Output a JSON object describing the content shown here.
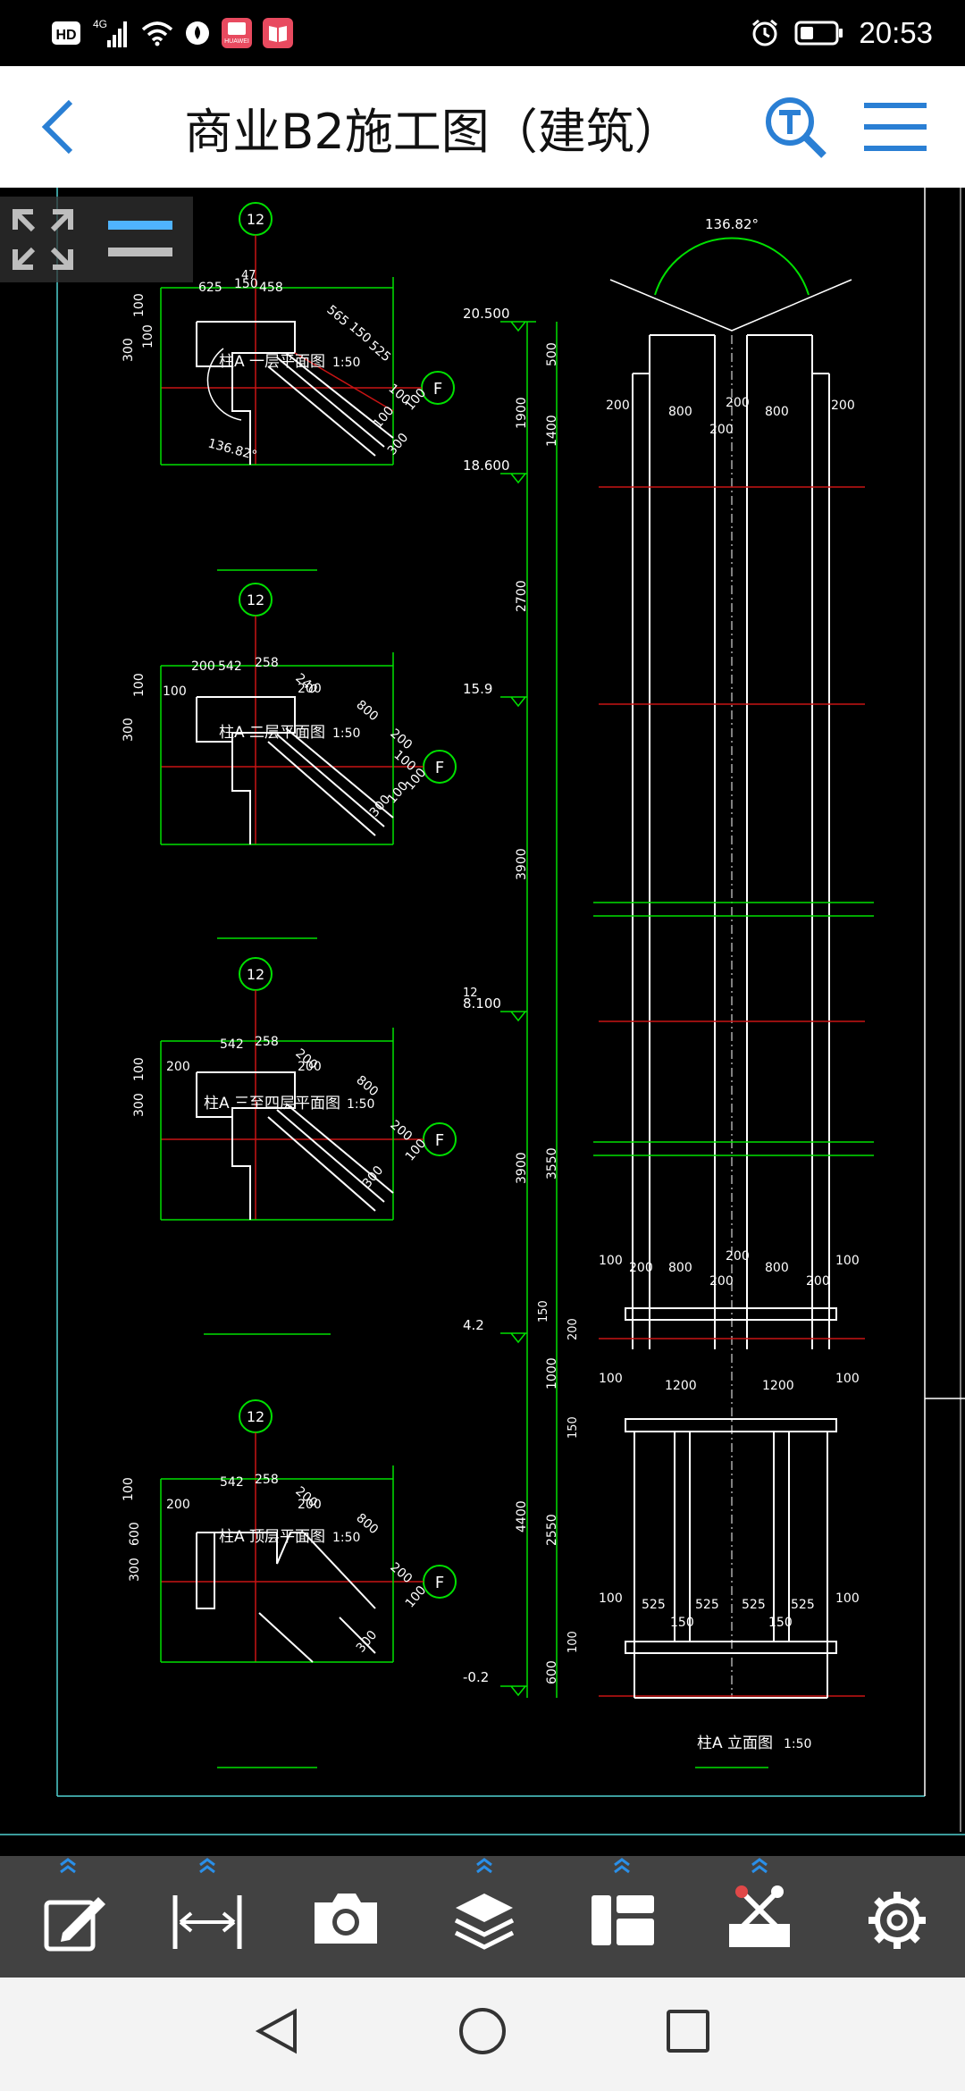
{
  "status_bar": {
    "hd": "HD",
    "network": "4G",
    "time": "20:53",
    "app_badge": "HUAWEI"
  },
  "title_bar": {
    "title": "商业B2施工图（建筑）"
  },
  "drawing": {
    "plans": [
      {
        "label": "柱A 一层平面图",
        "scale": "1:50",
        "axis_top": "12",
        "axis_right": "F",
        "dims": [
          "625",
          "150",
          "458",
          "47",
          "565",
          "150",
          "525",
          "100",
          "100",
          "100",
          "300",
          "100",
          "100",
          "300",
          "136.82°"
        ]
      },
      {
        "label": "柱A 二层平面图",
        "scale": "1:50",
        "axis_top": "12",
        "axis_right": "F",
        "dims": [
          "200",
          "542",
          "258",
          "240",
          "200",
          "800",
          "200",
          "100",
          "100",
          "100",
          "300",
          "100",
          "300",
          "100"
        ]
      },
      {
        "label": "柱A 三至四层平面图",
        "scale": "1:50",
        "axis_top": "12",
        "axis_right": "F",
        "dims": [
          "542",
          "258",
          "200",
          "200",
          "200",
          "800",
          "200",
          "100",
          "100",
          "300",
          "300"
        ]
      },
      {
        "label": "柱A 顶层平面图",
        "scale": "1:50",
        "axis_top": "12",
        "axis_right": "F",
        "dims": [
          "542",
          "258",
          "200",
          "200",
          "200",
          "800",
          "200",
          "100",
          "100",
          "600",
          "300",
          "300"
        ]
      }
    ],
    "elevation": {
      "label": "柱A 立面图",
      "scale": "1:50",
      "angle": "136.82°",
      "levels": [
        "20.500",
        "18.600",
        "15.9",
        "12",
        "8.100",
        "4.2",
        "-0.2"
      ],
      "vertical_dims_outer": [
        "1900",
        "2700",
        "3900",
        "3900",
        "4400"
      ],
      "vertical_dims_inner": [
        "500",
        "1400",
        "3550",
        "150",
        "200",
        "1000",
        "150",
        "2550",
        "100",
        "600"
      ],
      "top_widths": [
        "200",
        "800",
        "200",
        "800",
        "200",
        "200"
      ],
      "mid_widths": [
        "100",
        "200",
        "800",
        "200",
        "800",
        "200",
        "100",
        "200"
      ],
      "base_widths": [
        "100",
        "1200",
        "1200",
        "100"
      ],
      "bottom_widths": [
        "100",
        "525",
        "525",
        "525",
        "525",
        "100",
        "150",
        "150"
      ]
    }
  },
  "toolbar": {
    "tools": [
      "edit-tool",
      "measure-tool",
      "camera-tool",
      "layers-tool",
      "layout-tool",
      "toolbox-tool",
      "settings"
    ]
  },
  "colors": {
    "accent": "#2a7fd4",
    "cad_green": "#00e000",
    "cad_red": "#c81414",
    "cad_white": "#ffffff",
    "cad_cyan": "#4fd0d0",
    "toolbar_bg": "#424242"
  }
}
